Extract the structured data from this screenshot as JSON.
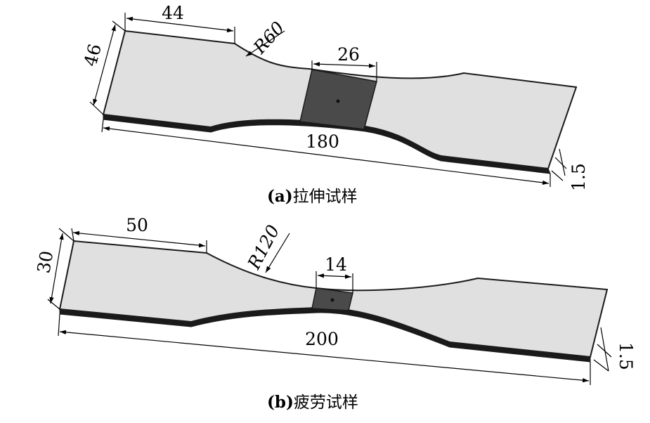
{
  "colors": {
    "specimen_face": "#e0e0e0",
    "gauge_region": "#4a4a4a",
    "edge": "#1a1a1a",
    "background": "#ffffff"
  },
  "tensile": {
    "dims": {
      "grip_length": "44",
      "radius": "R60",
      "gauge_length": "26",
      "width": "46",
      "total_length": "180",
      "thickness": "1.5"
    },
    "caption": {
      "label": "(a)",
      "text": "拉伸试样"
    }
  },
  "fatigue": {
    "dims": {
      "grip_length": "50",
      "radius": "R120",
      "gauge_length": "14",
      "width": "30",
      "total_length": "200",
      "thickness": "1.5"
    },
    "caption": {
      "label": "(b)",
      "text": "疲劳试样"
    }
  }
}
